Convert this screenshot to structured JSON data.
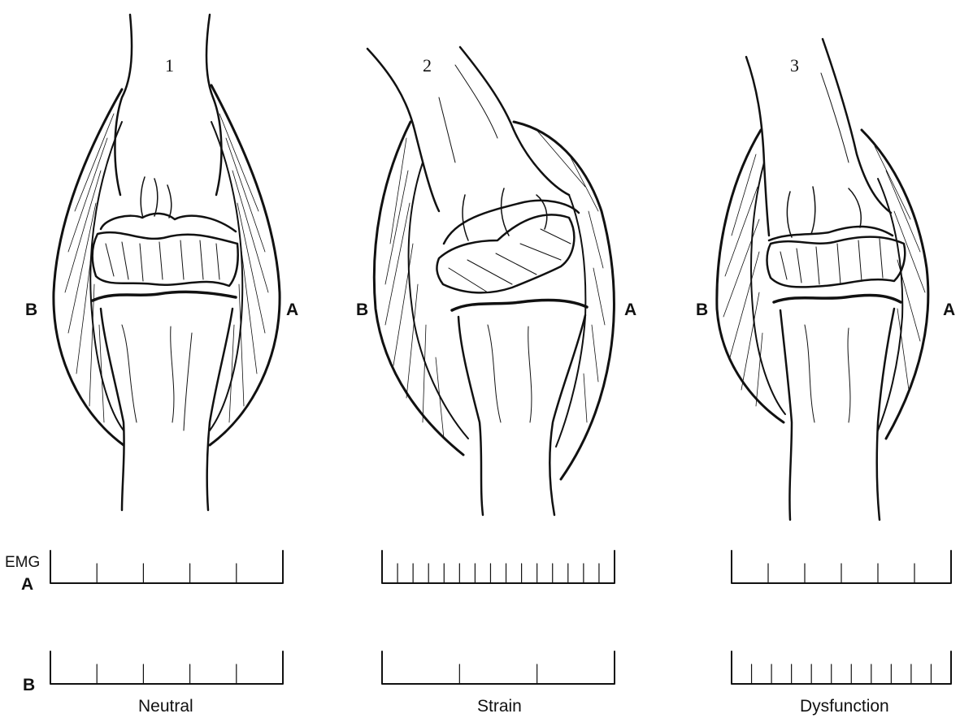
{
  "panels": [
    {
      "number": "1",
      "left_label": "B",
      "right_label": "A",
      "caption": "Neutral",
      "emg_a_ticks": 4,
      "emg_b_ticks": 4
    },
    {
      "number": "2",
      "left_label": "B",
      "right_label": "A",
      "caption": "Strain",
      "emg_a_ticks": 14,
      "emg_b_ticks": 2
    },
    {
      "number": "3",
      "left_label": "B",
      "right_label": "A",
      "caption": "Dysfunction",
      "emg_a_ticks": 5,
      "emg_b_ticks": 10
    }
  ],
  "emg": {
    "label": "EMG",
    "row_a": "A",
    "row_b": "B"
  },
  "colors": {
    "ink": "#111111",
    "paper": "#ffffff"
  }
}
